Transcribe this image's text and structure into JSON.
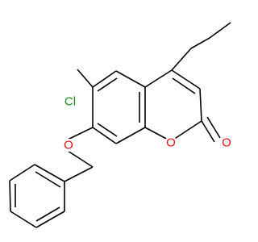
{
  "structure": {
    "atoms": {
      "chlorine": "Cl",
      "ether_oxygen": "O",
      "ring_oxygen": "O",
      "carbonyl_oxygen": "O"
    },
    "colors": {
      "bond": "#000000",
      "chlorine": "#1a8a1a",
      "oxygen": "#e01010",
      "background": "#ffffff"
    }
  }
}
